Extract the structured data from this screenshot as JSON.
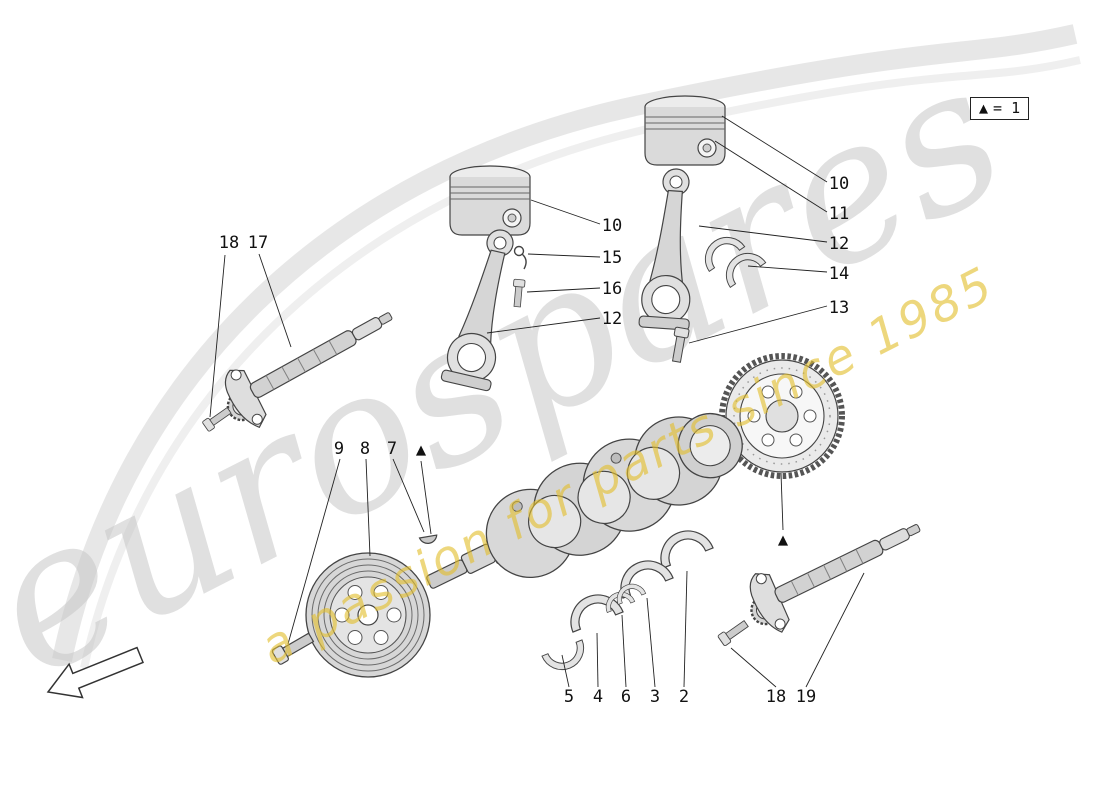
{
  "legend": {
    "symbol": "▲",
    "text": "= 1"
  },
  "watermark": {
    "brand": "eurospares",
    "tagline": "a passion for parts since 1985"
  },
  "callouts": [
    {
      "label": "18"
    },
    {
      "label": "17"
    },
    {
      "label": "10"
    },
    {
      "label": "15"
    },
    {
      "label": "16"
    },
    {
      "label": "12"
    },
    {
      "label": "10"
    },
    {
      "label": "11"
    },
    {
      "label": "12"
    },
    {
      "label": "14"
    },
    {
      "label": "13"
    },
    {
      "label": "9"
    },
    {
      "label": "8"
    },
    {
      "label": "7"
    },
    {
      "label": "▲"
    },
    {
      "label": "▲"
    },
    {
      "label": "5"
    },
    {
      "label": "4"
    },
    {
      "label": "6"
    },
    {
      "label": "3"
    },
    {
      "label": "2"
    },
    {
      "label": "18"
    },
    {
      "label": "19"
    }
  ]
}
